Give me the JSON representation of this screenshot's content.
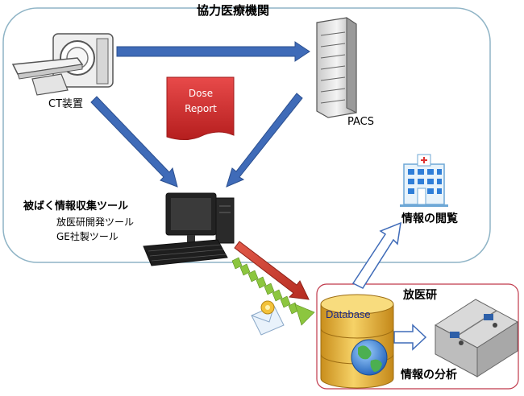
{
  "diagram": {
    "hospital_region": {
      "title": "協力医療機関"
    },
    "ct_device": {
      "label": "CT装置"
    },
    "pacs": {
      "label": "PACS"
    },
    "dose_report": {
      "line1": "Dose",
      "line2": "Report"
    },
    "collection_tool": {
      "label": "被ばく情報収集ツール",
      "sub1": "放医研開発ツール",
      "sub2": "GE社製ツール"
    },
    "research_region": {
      "title": "放医研"
    },
    "database": {
      "label": "Database"
    },
    "viewing": {
      "label": "情報の閲覧"
    },
    "analysis": {
      "label": "情報の分析"
    },
    "colors": {
      "hospital_border": "#8fb4c6",
      "research_border": "#c0394b",
      "arrow_blue": "#3f6bb8",
      "arrow_red": "#c0392b",
      "arrow_green": "#8cc63f",
      "dose_red": "#d83232",
      "db_gold": "#e8b83a"
    }
  }
}
